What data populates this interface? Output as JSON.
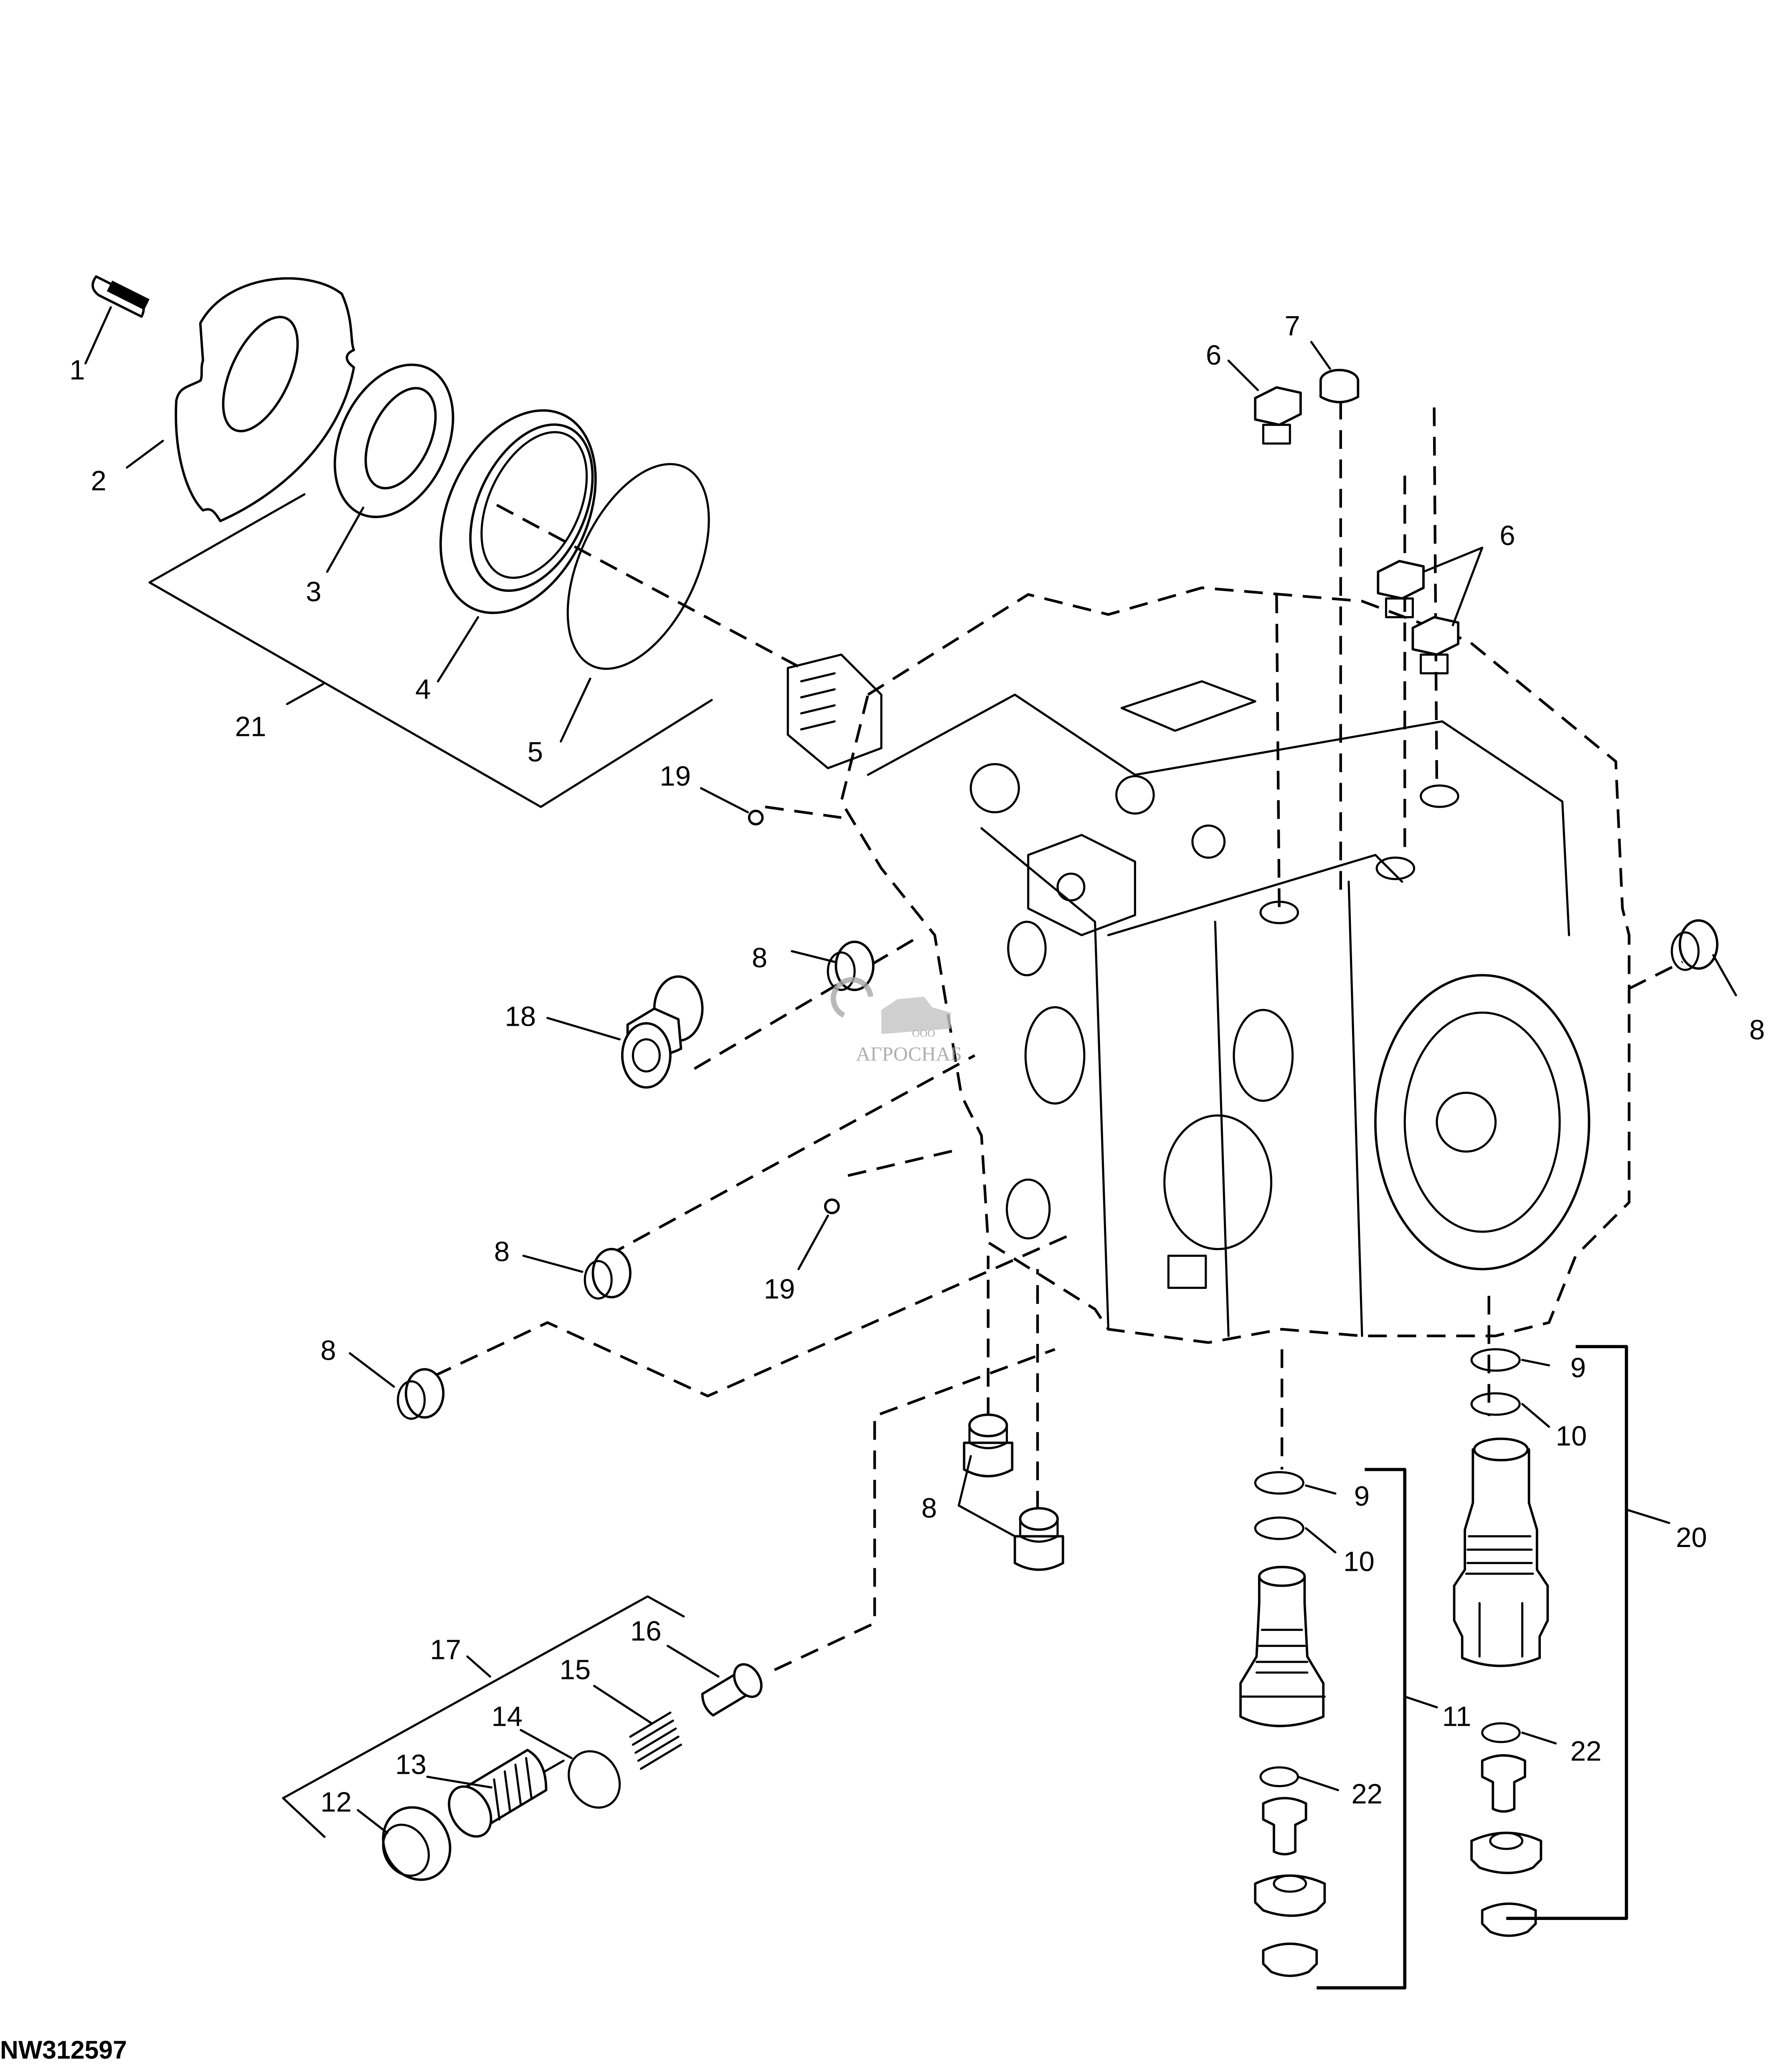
{
  "figure_id": "NW312597",
  "watermark": {
    "prefix": "ООО",
    "name": "АГРОСНАБ"
  },
  "callouts": [
    {
      "id": "c1",
      "text": "1"
    },
    {
      "id": "c2",
      "text": "2"
    },
    {
      "id": "c3",
      "text": "3"
    },
    {
      "id": "c4",
      "text": "4"
    },
    {
      "id": "c5",
      "text": "5"
    },
    {
      "id": "c6a",
      "text": "6"
    },
    {
      "id": "c6b",
      "text": "6"
    },
    {
      "id": "c7",
      "text": "7"
    },
    {
      "id": "c8a",
      "text": "8"
    },
    {
      "id": "c8b",
      "text": "8"
    },
    {
      "id": "c8c",
      "text": "8"
    },
    {
      "id": "c8d",
      "text": "8"
    },
    {
      "id": "c8e",
      "text": "8"
    },
    {
      "id": "c9a",
      "text": "9"
    },
    {
      "id": "c9b",
      "text": "9"
    },
    {
      "id": "c10a",
      "text": "10"
    },
    {
      "id": "c10b",
      "text": "10"
    },
    {
      "id": "c11",
      "text": "11"
    },
    {
      "id": "c12",
      "text": "12"
    },
    {
      "id": "c13",
      "text": "13"
    },
    {
      "id": "c14",
      "text": "14"
    },
    {
      "id": "c15",
      "text": "15"
    },
    {
      "id": "c16",
      "text": "16"
    },
    {
      "id": "c17",
      "text": "17"
    },
    {
      "id": "c18",
      "text": "18"
    },
    {
      "id": "c19a",
      "text": "19"
    },
    {
      "id": "c19b",
      "text": "19"
    },
    {
      "id": "c20",
      "text": "20"
    },
    {
      "id": "c21",
      "text": "21"
    },
    {
      "id": "c22a",
      "text": "22"
    },
    {
      "id": "c22b",
      "text": "22"
    }
  ]
}
